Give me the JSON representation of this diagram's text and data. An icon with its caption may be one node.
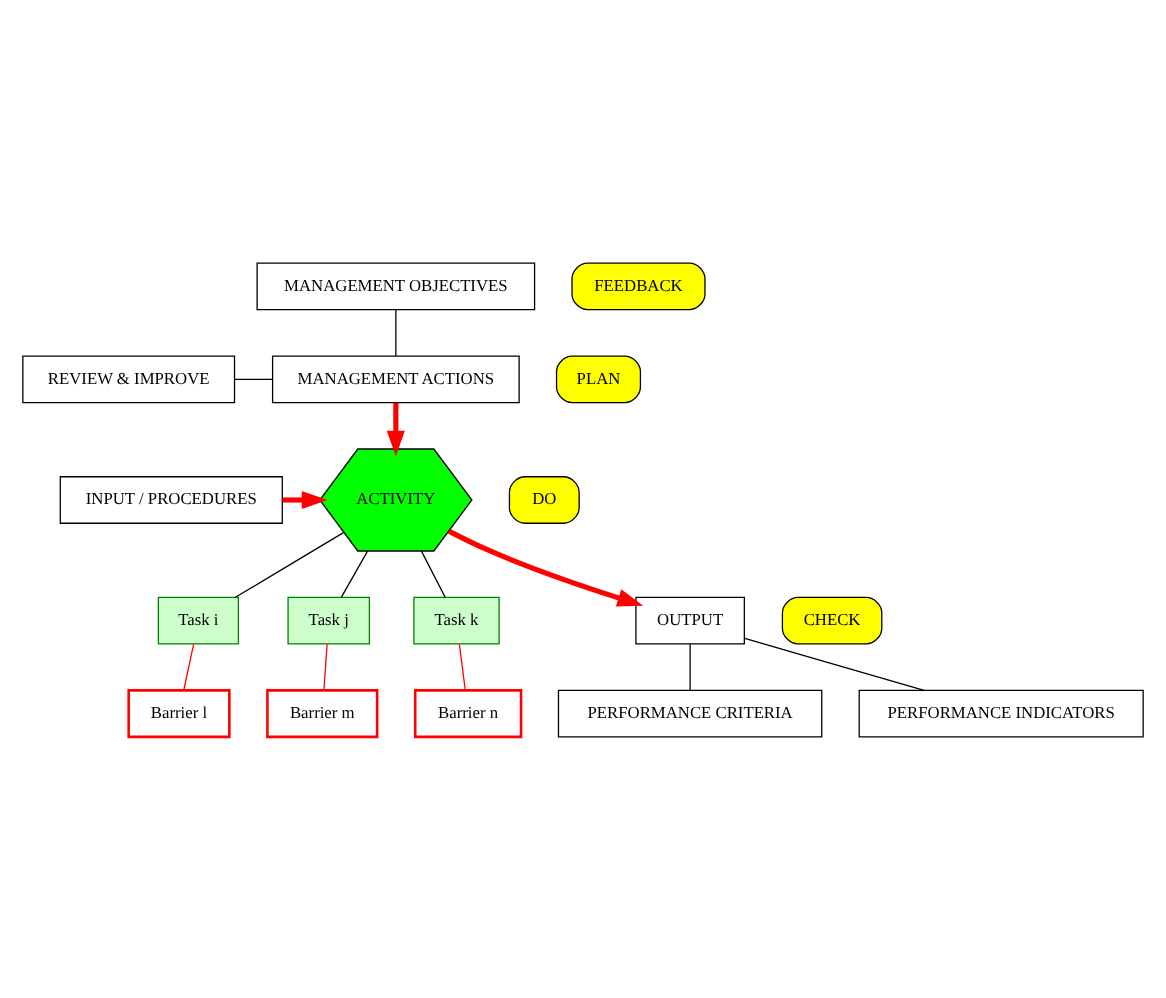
{
  "diagram": {
    "nodes": [
      {
        "text": [
          "MANAGEMENT OBJECTIVES"
        ]
      },
      {
        "text": [
          "PLAN"
        ]
      },
      {
        "text": [
          "REVIEW & IMPROVE"
        ]
      },
      {
        "text": [
          "MANAGEMENT ACTIONS"
        ]
      },
      {
        "text": [
          "FEEDBACK"
        ]
      },
      {
        "text": [
          "DO"
        ]
      },
      {
        "text": [
          "INPUT / PROCEDURES"
        ]
      },
      {
        "text": [
          "ACTIVITY"
        ]
      },
      {
        "text": [
          "Task i"
        ]
      },
      {
        "text": [
          "Barrier l"
        ]
      },
      {
        "text": [
          "Task j"
        ]
      },
      {
        "text": [
          "Barrier m"
        ]
      },
      {
        "text": [
          "Task k"
        ]
      },
      {
        "text": [
          "Barrier n"
        ]
      },
      {
        "text": [
          "CHECK"
        ]
      },
      {
        "text": [
          "OUTPUT"
        ]
      },
      {
        "text": [
          "PERFORMANCE CRITERIA"
        ]
      },
      {
        "text": [
          "PERFORMANCE INDICATORS"
        ]
      }
    ],
    "edges": [
      {
        "from": 0,
        "to": 3,
        "arrow": "none"
      },
      {
        "from": 2,
        "to": 3,
        "arrow": "none"
      },
      {
        "from": 3,
        "to": 7,
        "arrow": "to",
        "style": "thick",
        "color": "#ff0000"
      },
      {
        "from": 6,
        "to": 7,
        "arrow": "to",
        "style": "thick",
        "color": "#ff0000"
      },
      {
        "from": 7,
        "to": 8,
        "arrow": "none"
      },
      {
        "from": 7,
        "to": 10,
        "arrow": "none"
      },
      {
        "from": 7,
        "to": 12,
        "arrow": "none"
      },
      {
        "from": 8,
        "to": 9,
        "arrow": "none",
        "color": "#ff0000"
      },
      {
        "from": 10,
        "to": 11,
        "arrow": "none",
        "color": "#ff0000"
      },
      {
        "from": 12,
        "to": 13,
        "arrow": "none",
        "color": "#ff0000"
      },
      {
        "from": 7,
        "to": 15,
        "arrow": "to",
        "style": "thick",
        "color": "#ff0000"
      },
      {
        "from": 15,
        "to": 16,
        "arrow": "none"
      },
      {
        "from": 15,
        "to": 17,
        "arrow": "none"
      }
    ]
  }
}
